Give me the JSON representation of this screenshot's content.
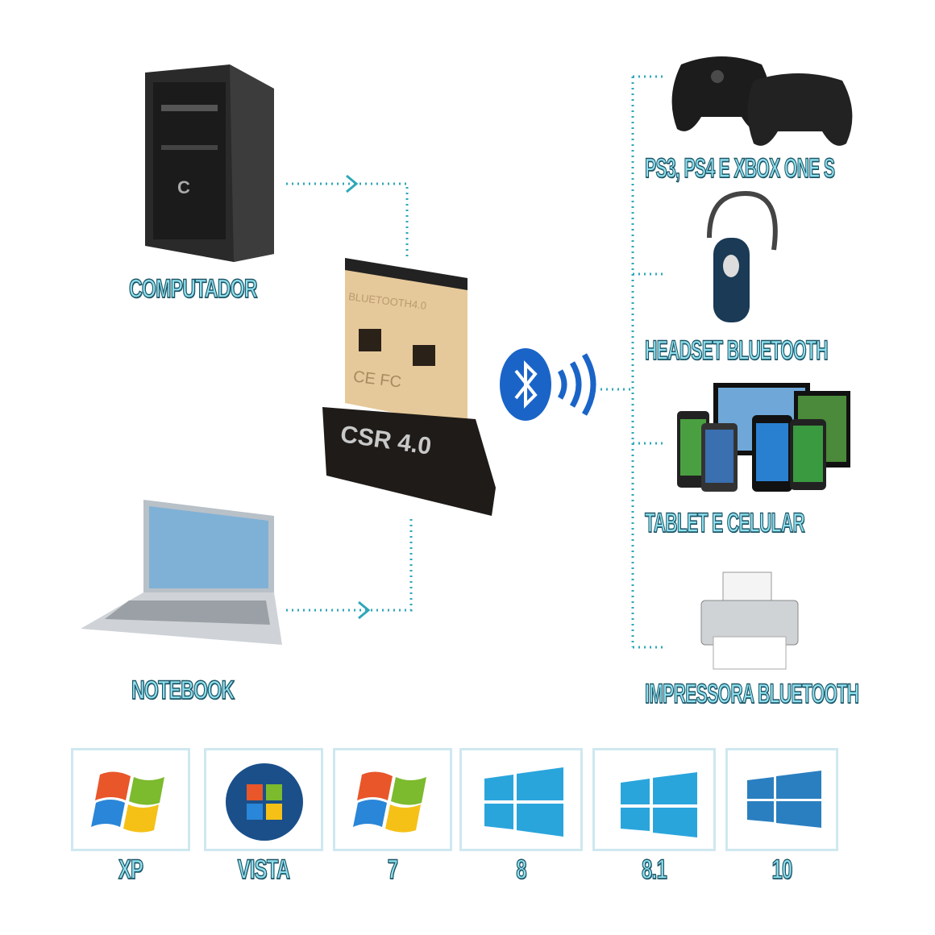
{
  "dongle": {
    "cap_text": "BLUETOOTH4.0",
    "marks": "CE FC",
    "body_text": "CSR 4.0"
  },
  "sources": [
    {
      "label": "COMPUTADOR",
      "icon": "desktop-tower-icon"
    },
    {
      "label": "NOTEBOOK",
      "icon": "laptop-icon"
    }
  ],
  "devices": [
    {
      "label": "PS3, PS4 E XBOX ONE S",
      "icon": "gamepad-icon"
    },
    {
      "label": "HEADSET BLUETOOTH",
      "icon": "headset-icon"
    },
    {
      "label": "TABLET E CELULAR",
      "icon": "phone-tablet-icon"
    },
    {
      "label": "IMPRESSORA BLUETOOTH",
      "icon": "printer-icon"
    }
  ],
  "os_support": [
    {
      "label": "XP",
      "icon": "windows-xp-logo"
    },
    {
      "label": "VISTA",
      "icon": "windows-vista-logo"
    },
    {
      "label": "7",
      "icon": "windows-7-logo"
    },
    {
      "label": "8",
      "icon": "windows-8-logo"
    },
    {
      "label": "8.1",
      "icon": "windows-81-logo"
    },
    {
      "label": "10",
      "icon": "windows-10-logo"
    }
  ],
  "colors": {
    "accent": "#2fa7b8",
    "label_fill": "#8fe0ee",
    "label_outline": "#1d5566",
    "bluetooth": "#1a64c8"
  }
}
